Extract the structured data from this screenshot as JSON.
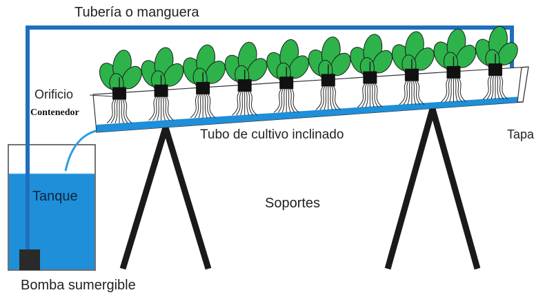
{
  "labels": {
    "pipe": "Tubería o manguera",
    "hole": "Orificio",
    "container": "Contenedor",
    "tube": "Tubo de cultivo inclinado",
    "cap": "Tapa",
    "tank": "Tanque",
    "supports": "Soportes",
    "pump": "Bomba sumergible"
  },
  "colors": {
    "pipe_blue": "#1f6fbf",
    "water_blue": "#1e8fd8",
    "plant_green": "#2db34a",
    "cup_black": "#111111"
  },
  "plant_count": 10
}
